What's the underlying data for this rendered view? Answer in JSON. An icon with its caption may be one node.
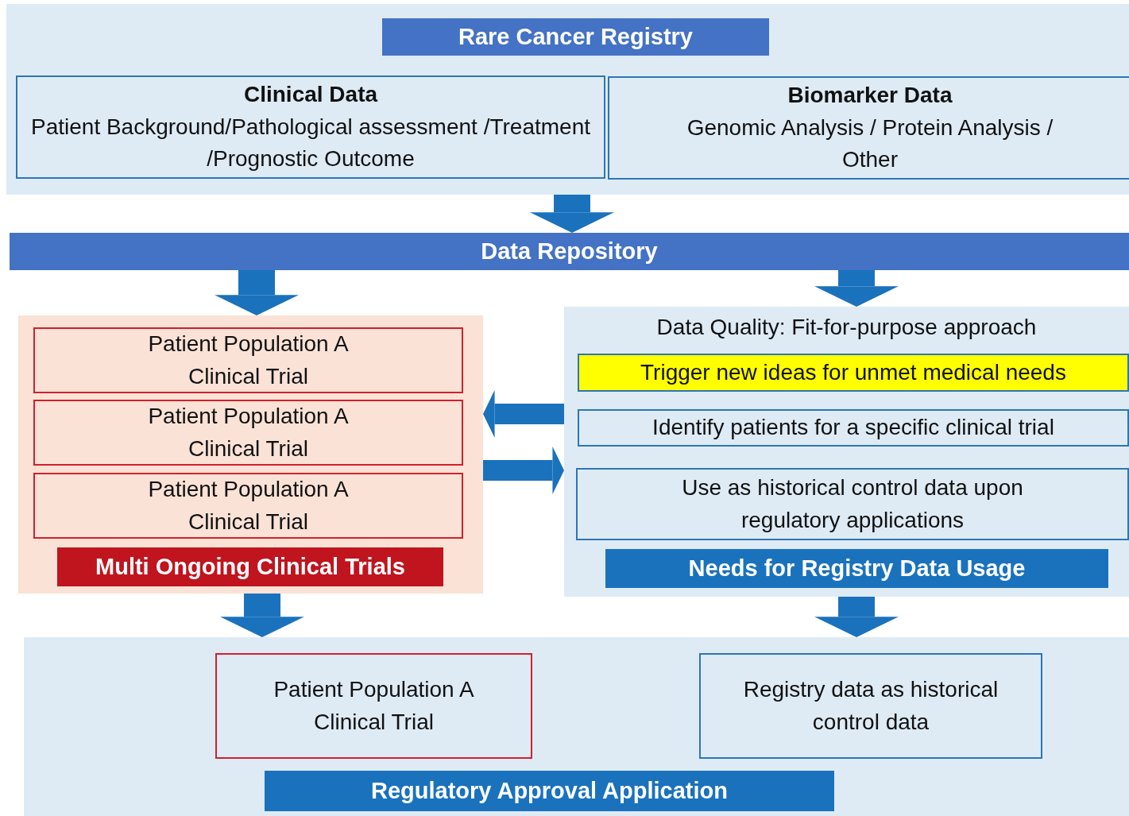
{
  "diagram": {
    "nodes": [
      {
        "text": [],
        "shape": "box"
      },
      {
        "text": [
          "Rare Cancer Registry"
        ],
        "in": 0
      },
      {
        "text": [
          "Clinical Data",
          "Patient Background/Pathological assessment /Treatment /Prognostic Outcome"
        ],
        "in": 0
      },
      {
        "text": [
          "Biomarker Data",
          "Genomic Analysis / Protein Analysis / Other"
        ],
        "in": 0
      },
      {
        "text": [
          "Data Repository"
        ]
      },
      {
        "text": [],
        "shape": "box"
      },
      {
        "text": [
          "Patient Population A Clinical Trial"
        ],
        "in": 5
      },
      {
        "text": [
          "Patient Population A Clinical Trial"
        ],
        "in": 5
      },
      {
        "text": [
          "Patient Population A Clinical Trial"
        ],
        "in": 5
      },
      {
        "text": [
          "Multi Ongoing Clinical Trials"
        ],
        "in": 5
      },
      {
        "text": [
          "Data Quality: Fit-for-purpose approach"
        ]
      },
      {
        "text": [
          "Trigger new ideas for unmet medical needs"
        ],
        "in": 10
      },
      {
        "text": [
          "Identify patients for a specific clinical trial"
        ],
        "in": 10
      },
      {
        "text": [
          "Use as historical control data upon regulatory applications"
        ],
        "in": 10
      },
      {
        "text": [
          "Needs for Registry Data Usage"
        ],
        "in": 10
      },
      {
        "text": [],
        "shape": "box"
      },
      {
        "text": [
          "Patient Population A Clinical Trial"
        ],
        "in": 15
      },
      {
        "text": [
          "Registry data as historical control data"
        ],
        "in": 15
      },
      {
        "text": [
          "Regulatory Approval Application"
        ],
        "in": 15
      }
    ],
    "edges": [
      {
        "from": 0,
        "to": 4,
        "arrow": "to"
      },
      {
        "from": 4,
        "to": 5,
        "arrow": "to"
      },
      {
        "from": 4,
        "to": 10,
        "arrow": "to"
      },
      {
        "from": 10,
        "to": 5,
        "arrow": "to"
      },
      {
        "from": 5,
        "to": 10,
        "arrow": "to"
      },
      {
        "from": 5,
        "to": 15,
        "arrow": "to"
      },
      {
        "from": 10,
        "to": 15,
        "arrow": "to"
      }
    ]
  }
}
